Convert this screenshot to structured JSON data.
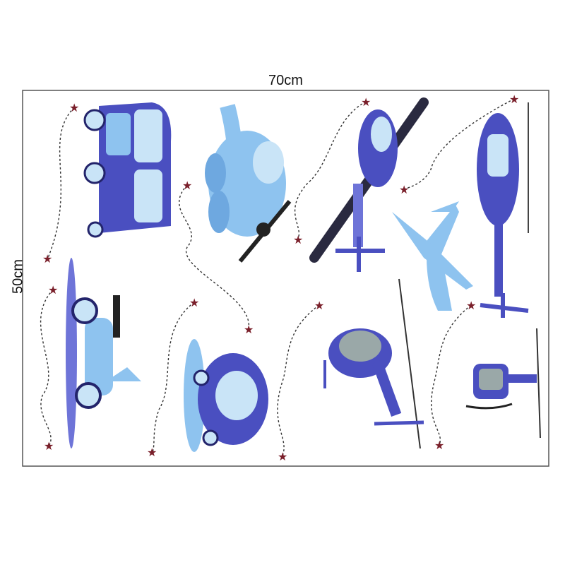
{
  "dimensions": {
    "width_label": "70cm",
    "height_label": "50cm"
  },
  "colors": {
    "dark_blue": "#4a4fc0",
    "light_blue": "#8ec3ef",
    "pale_blue": "#c9e4f7",
    "star": "#7a1f2a",
    "border": "#555555"
  },
  "stickers": [
    "van",
    "propeller-plane",
    "helicopter-rotor",
    "jet-plane",
    "helicopter-tall",
    "scooter",
    "car",
    "helicopter-small",
    "helicopter-front"
  ]
}
